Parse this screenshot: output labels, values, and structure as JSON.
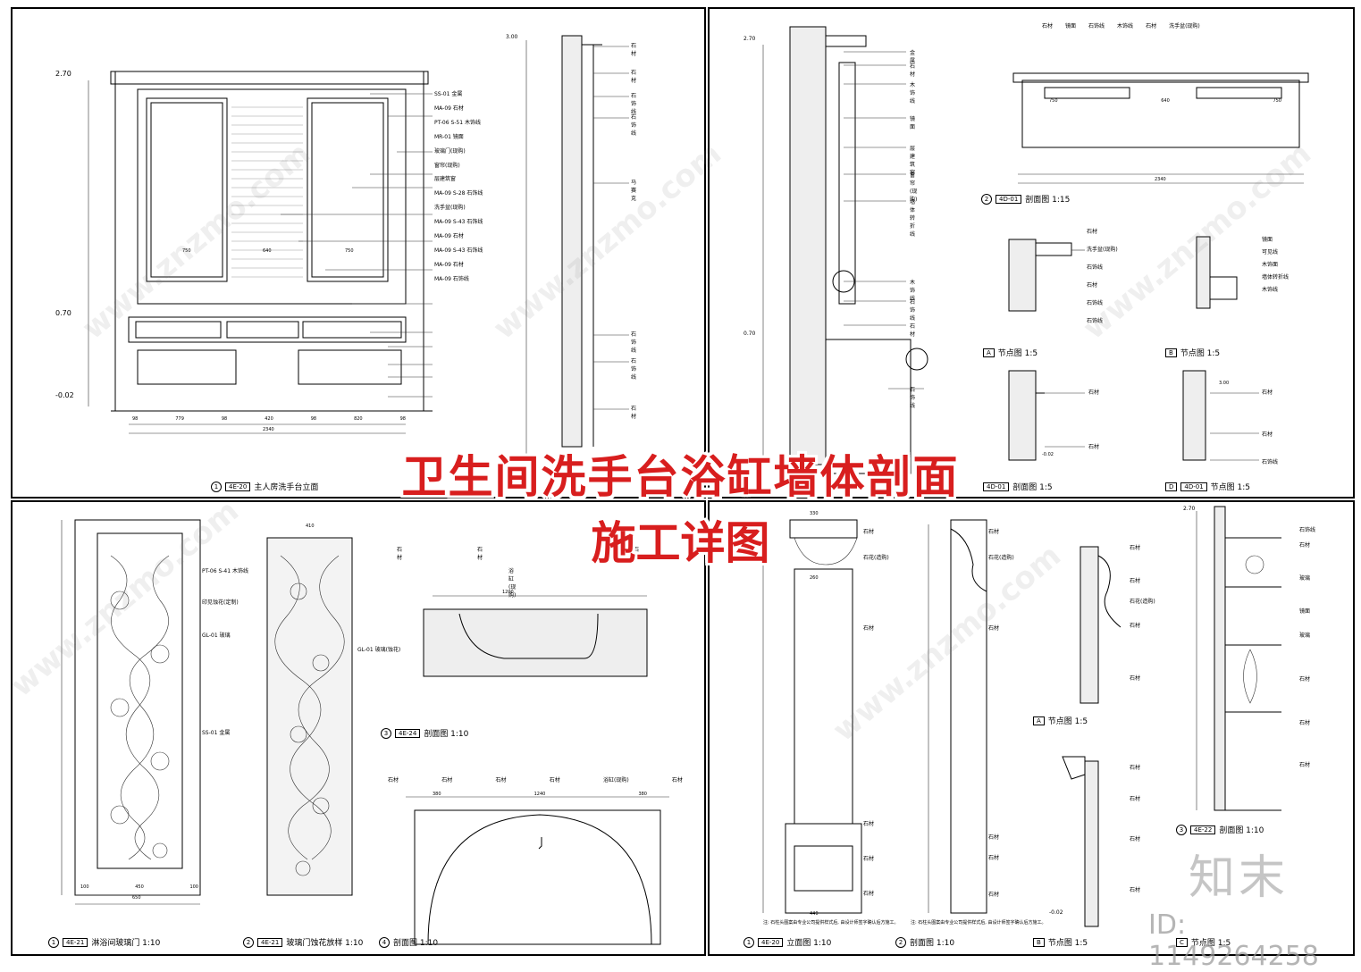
{
  "banner": {
    "line1": "卫生间洗手台浴缸墙体剖面",
    "line2": "施工详图"
  },
  "watermark": {
    "site": "www.znzmo.com",
    "logo": "知末",
    "id": "ID: 1149264258"
  },
  "panel_tl": {
    "title_num": "1",
    "title_code": "4E-20",
    "title": "主人房洗手台立面",
    "levels": [
      "2.70",
      "0.70",
      "-0.02"
    ],
    "dims_bottom": [
      "98",
      "779",
      "98",
      "420",
      "98",
      "820",
      "98"
    ],
    "total": "2340",
    "dims_top": [
      "750",
      "640",
      "750"
    ],
    "labels": [
      "SS-01 金属",
      "MA-09 石材",
      "PT-06 S-51 木饰线",
      "MR-01 镜面",
      "玻璃门(现购)",
      "窗帘(现购)",
      "层建筑窗",
      "MA-09 S-28 石饰线",
      "洗手盆(现购)",
      "MA-09 S-43 石饰线",
      "MA-09 石材",
      "MA-09 S-43 石饰线",
      "MA-09 石材",
      "MA-09 石饰线"
    ],
    "section_levels": [
      "3.00"
    ],
    "section_labels": [
      "石材",
      "石材",
      "石饰线",
      "石饰线",
      "马赛克",
      "石饰线",
      "石饰线",
      "石材"
    ]
  },
  "panel_tr": {
    "levels": [
      "2.70",
      "0.70"
    ],
    "labels": [
      "金属",
      "石材",
      "木饰线",
      "镜面",
      "层建筑窗",
      "窗帘(现购)",
      "墙体转折线",
      "木饰线",
      "石饰线",
      "石材",
      "石饰线"
    ],
    "plan_num": "2",
    "plan_code": "4D-01",
    "plan_title": "剖面图 1:15",
    "plan_dims": [
      "750",
      "640",
      "750"
    ],
    "plan_total": "2340",
    "plan_labels": [
      "石材",
      "镜面",
      "石饰线",
      "木饰线",
      "石材",
      "洗手盆(现购)"
    ],
    "detailA": "节点图 1:5",
    "detailB": "节点图 1:5",
    "detailA_labels": [
      "石材",
      "洗手盆(现购)",
      "石饰线",
      "石材",
      "石饰线",
      "石饰线"
    ],
    "detailB_labels": [
      "镜面",
      "可见线",
      "木饰面",
      "墙体转折线",
      "木饰线"
    ],
    "detailC_code": "4D-01",
    "detailC_title": "剖面图 1:5",
    "detailD_code": "4D-01",
    "detailD_title": "节点图 1:5",
    "detailC_labels": [
      "石材",
      "石材"
    ],
    "detailD_labels": [
      "石材",
      "石材",
      "石饰线"
    ],
    "detail_levels": [
      "-0.02",
      "3.00"
    ]
  },
  "panel_bl": {
    "door_labels": [
      "PT-06 S-41 木饰线",
      "印见蚀花(定制)",
      "GL-01 玻璃",
      "SS-01 金属"
    ],
    "door_dims": [
      "100",
      "450",
      "100"
    ],
    "door_total": "650",
    "pattern_labels": [
      "GL-01 玻璃(蚀花)"
    ],
    "pattern_top": "410",
    "t1_num": "1",
    "t1_code": "4E-21",
    "t1": "淋浴间玻璃门 1:10",
    "t2_num": "2",
    "t2_code": "4E-21",
    "t2": "玻璃门蚀花放样 1:10",
    "t3_num": "3",
    "t3_code": "4E-24",
    "t3": "剖面图 1:10",
    "t4_num": "4",
    "t4": "剖面图 1:10",
    "tub_labels": [
      "石材",
      "石材",
      "浴缸(现购)",
      "石材"
    ],
    "tub_dim": "1200",
    "plan_labels": [
      "石材",
      "石材",
      "石材",
      "石材",
      "浴缸(现购)",
      "石材"
    ],
    "plan_dims": [
      "380",
      "1240",
      "380"
    ]
  },
  "panel_br": {
    "col_labels": [
      "石材",
      "石花(造购)",
      "石材",
      "石材",
      "石材",
      "石材"
    ],
    "col_dims": [
      "330",
      "260",
      "440"
    ],
    "note": "注: 石柱头图案由专业公司提供样式后, 由设计师签字确认后方施工。",
    "t1_num": "1",
    "t1_code": "4E-20",
    "t1": "立面图 1:10",
    "t2_num": "2",
    "t2": "剖面图 1:10",
    "tA": "节点图 1:5",
    "tB": "节点图 1:5",
    "tC_num": "3",
    "tC_code": "4E-22",
    "tC": "剖面图 1:10",
    "tD": "节点图 1:5",
    "sec_labels": [
      "石材",
      "石花(造购)",
      "石材",
      "石材",
      "石材",
      "石材"
    ],
    "nodeA_labels": [
      "石材",
      "石材",
      "石花(造购)",
      "石材",
      "石材"
    ],
    "nodeB_labels": [
      "石材",
      "石材",
      "石材",
      "石材"
    ],
    "shelf_labels": [
      "石饰线",
      "石材",
      "玻璃",
      "镜面",
      "玻璃",
      "石材",
      "石材",
      "石材"
    ],
    "levels": [
      "2.70",
      "-0.02"
    ]
  }
}
